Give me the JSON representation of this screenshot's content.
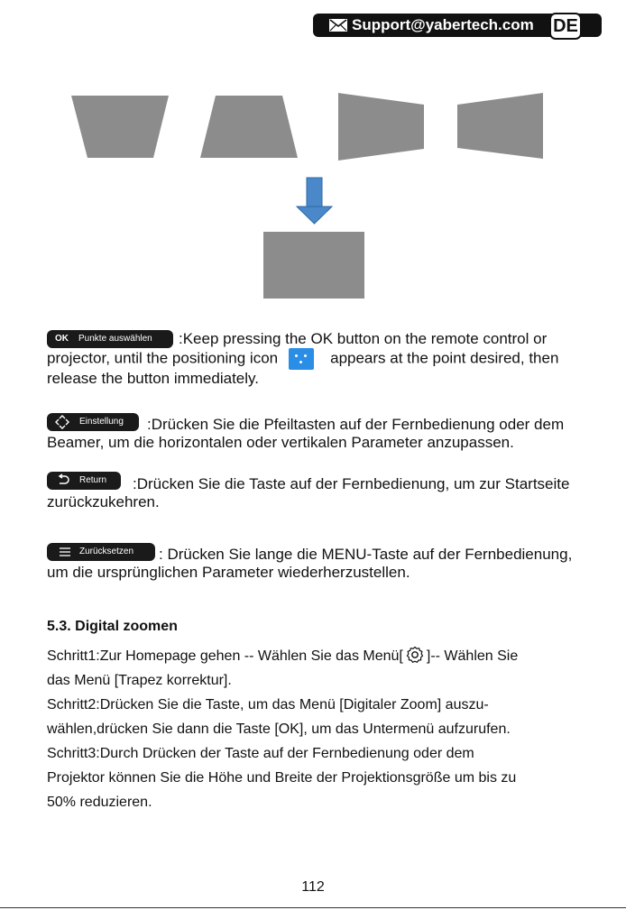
{
  "header": {
    "email": "Support@yabertech.com",
    "language": "DE",
    "icons": [
      "mail-icon"
    ]
  },
  "illustration": {
    "arrow_color": "#4a88c9",
    "shape_color": "#8c8c8c"
  },
  "controls": [
    {
      "badge_key": "OK",
      "badge_label": "Punkte auswählen",
      "text_first": ":Keep pressing the OK button on the remote control or",
      "text_second_a": "projector, until the positioning icon",
      "text_second_b": "appears at the point desired, then",
      "text_third": "release the button immediately."
    },
    {
      "badge_label": "Einstellung",
      "text_first": ":Drücken Sie die Pfeiltasten auf der Fernbedienung oder dem",
      "text_second": "Beamer, um die horizontalen oder vertikalen Parameter anzupassen."
    },
    {
      "badge_label": "Return",
      "text_first": ":Drücken Sie die Taste auf der Fernbedienung, um zur Startseite",
      "text_second": "zurückzukehren."
    },
    {
      "badge_label": "Zurücksetzen",
      "text_first": ": Drücken Sie lange die MENU-Taste auf der Fernbedienung,",
      "text_second": "um die ursprünglichen Parameter wiederherzustellen."
    }
  ],
  "section": {
    "heading": "5.3. Digital zoomen",
    "line1a": "Schritt1:Zur Homepage gehen -- Wählen Sie das Menü[",
    "line1b": "]-- Wählen Sie",
    "line2": "das Menü [Trapez korrektur].",
    "line3": "Schritt2:Drücken Sie die Taste, um das Menü [Digitaler Zoom] auszu-",
    "line4": "wählen,drücken Sie dann die Taste [OK], um das Untermenü aufzurufen.",
    "line5": "Schritt3:Durch Drücken der Taste auf der Fernbedienung oder dem",
    "line6": "Projektor können Sie die Höhe und Breite der Projektionsgröße um bis zu",
    "line7": "50% reduzieren."
  },
  "page_number": "112"
}
